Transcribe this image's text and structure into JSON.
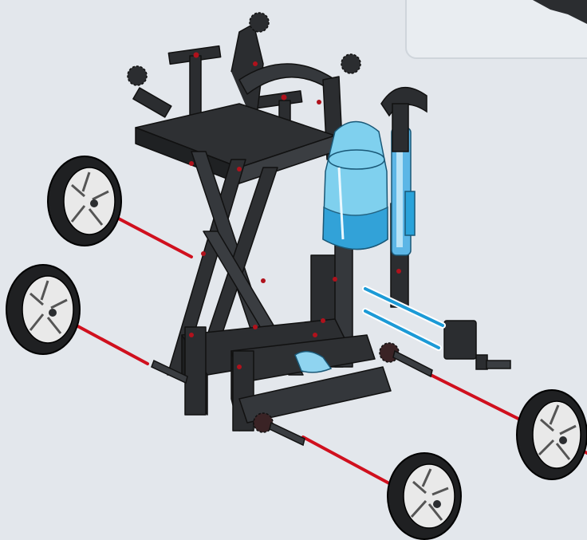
{
  "diagram": {
    "type": "assembly-instruction",
    "colors": {
      "background": "#e3e7ec",
      "frame": "#2b2d30",
      "frame_light": "#4a4d52",
      "axle_guide": "#d0101e",
      "tube_guide": "#1c9ad6",
      "bottle": "#7fd0ee",
      "tire": "#1f2022",
      "rim": "#e9e9e9",
      "peg": "#b0121c"
    },
    "parts": [
      {
        "name": "wheel",
        "icon": "wheel-icon",
        "count": 4
      },
      {
        "name": "axle",
        "icon": "axle-icon",
        "count": 2
      },
      {
        "name": "water-bottle",
        "icon": "bottle-icon",
        "count": 1
      },
      {
        "name": "pump-handle",
        "icon": "handle-icon",
        "count": 1
      },
      {
        "name": "connector",
        "icon": "connector-icon",
        "count": 1
      }
    ]
  }
}
